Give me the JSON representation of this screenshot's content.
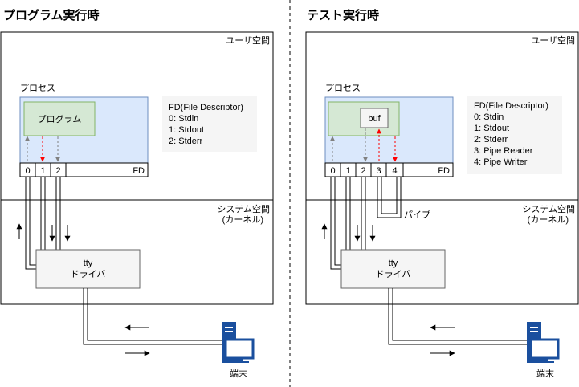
{
  "left": {
    "title": "プログラム実行時",
    "user_space": "ユーザ空間",
    "process": "プロセス",
    "program": "プログラム",
    "fd_nums": [
      "0",
      "1",
      "2"
    ],
    "fd_label": "FD",
    "fd_info": [
      "FD(File Descriptor)",
      "0: Stdin",
      "1: Stdout",
      "2: Stderr"
    ],
    "system_space": [
      "システム空間",
      "(カーネル)"
    ],
    "tty": [
      "tty",
      "ドライバ"
    ],
    "terminal": "端末"
  },
  "right": {
    "title": "テスト実行時",
    "user_space": "ユーザ空間",
    "process": "プロセス",
    "buf": "buf",
    "fd_nums": [
      "0",
      "1",
      "2",
      "3",
      "4"
    ],
    "fd_label": "FD",
    "fd_info": [
      "FD(File Descriptor)",
      "0: Stdin",
      "1: Stdout",
      "2: Stderr",
      "3: Pipe Reader",
      "4: Pipe Writer"
    ],
    "system_space": [
      "システム空間",
      "(カーネル)"
    ],
    "pipe": "パイプ",
    "tty": [
      "tty",
      "ドライバ"
    ],
    "terminal": "端末"
  },
  "colors": {
    "process_fill": "#dae8fc",
    "process_stroke": "#6c8ebf",
    "program_fill": "#d5e8d4",
    "program_stroke": "#82b366",
    "info_fill": "#f5f5f5",
    "tty_fill": "#f5f5f5",
    "terminal_blue": "#1a4f9e",
    "red_arrow": "#ff0000",
    "gray_arrow": "#808080"
  }
}
